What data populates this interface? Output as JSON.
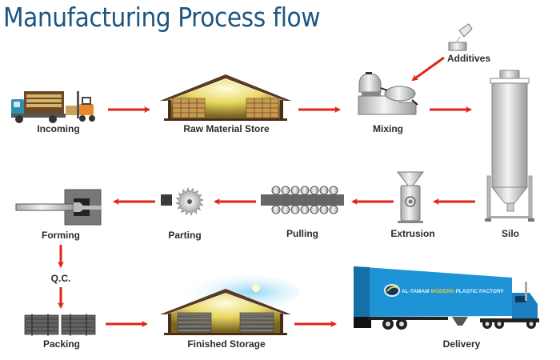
{
  "title": "Manufacturing Process flow",
  "colors": {
    "title": "#1c5680",
    "arrow": "#e2231a",
    "label": "#2b2b2b",
    "truck_trailer": "#1e93d6"
  },
  "steps": [
    {
      "id": "incoming",
      "label": "Incoming",
      "icon": "truck-forklift-icon"
    },
    {
      "id": "raw-material-store",
      "label": "Raw Material Store",
      "icon": "warehouse-icon"
    },
    {
      "id": "additives",
      "label": "Additives",
      "icon": "bottle-pour-icon"
    },
    {
      "id": "mixing",
      "label": "Mixing",
      "icon": "mixer-machine-icon"
    },
    {
      "id": "silo",
      "label": "Silo",
      "icon": "silo-icon"
    },
    {
      "id": "extrusion",
      "label": "Extrusion",
      "icon": "extruder-icon"
    },
    {
      "id": "pulling",
      "label": "Pulling",
      "icon": "roller-puller-icon"
    },
    {
      "id": "parting",
      "label": "Parting",
      "icon": "saw-blade-icon"
    },
    {
      "id": "forming",
      "label": "Forming",
      "icon": "forming-die-icon"
    },
    {
      "id": "qc",
      "label": "Q.C.",
      "icon": ""
    },
    {
      "id": "packing",
      "label": "Packing",
      "icon": "pipe-bundle-icon"
    },
    {
      "id": "finished-storage",
      "label": "Finished Storage",
      "icon": "warehouse-icon"
    },
    {
      "id": "delivery",
      "label": "Delivery",
      "icon": "semi-truck-icon"
    }
  ],
  "truck_branding": {
    "part1": "AL-TAMAM",
    "part2": "MODERN",
    "part3": "PLASTIC FACTORY"
  },
  "flow": [
    [
      "incoming",
      "raw-material-store"
    ],
    [
      "raw-material-store",
      "mixing"
    ],
    [
      "additives",
      "mixing"
    ],
    [
      "mixing",
      "silo"
    ],
    [
      "silo",
      "extrusion"
    ],
    [
      "extrusion",
      "pulling"
    ],
    [
      "pulling",
      "parting"
    ],
    [
      "parting",
      "forming"
    ],
    [
      "forming",
      "qc"
    ],
    [
      "qc",
      "packing"
    ],
    [
      "packing",
      "finished-storage"
    ],
    [
      "finished-storage",
      "delivery"
    ]
  ]
}
